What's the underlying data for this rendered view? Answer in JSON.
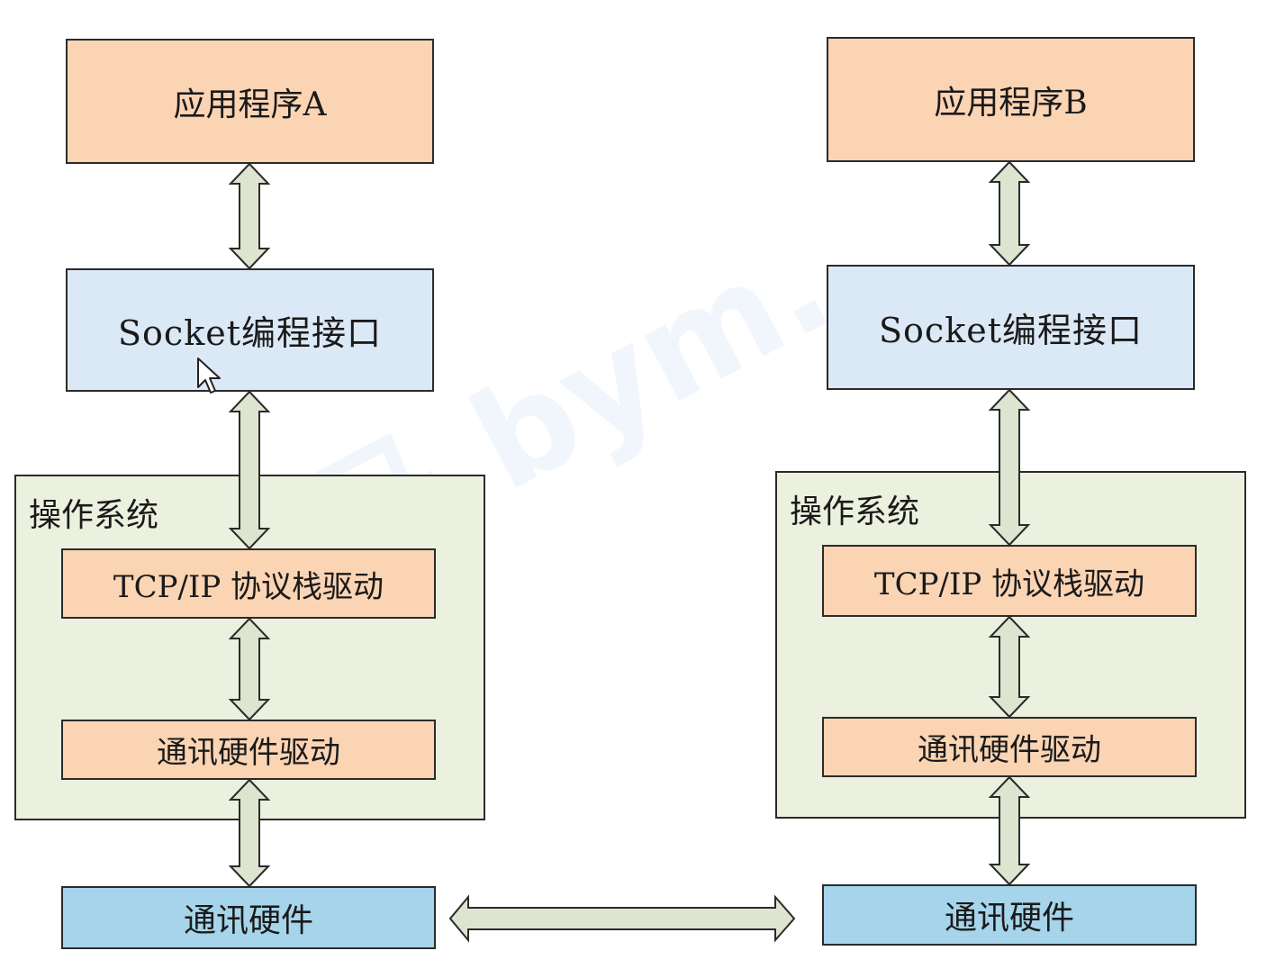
{
  "left": {
    "app": "应用程序A",
    "socket": "Socket编程接口",
    "os": "操作系统",
    "tcpip": "TCP/IP 协议栈驱动",
    "driver": "通讯硬件驱动",
    "hardware": "通讯硬件"
  },
  "right": {
    "app": "应用程序B",
    "socket": "Socket编程接口",
    "os": "操作系统",
    "tcpip": "TCP/IP 协议栈驱动",
    "driver": "通讯硬件驱动",
    "hardware": "通讯硬件"
  },
  "watermark": "黑马 bym.",
  "colors": {
    "app": "#fbd4b4",
    "socket": "#dbe8f5",
    "os": "#ebf1de",
    "driver": "#fbd4b4",
    "hardware": "#a6d4ea",
    "arrow": "#dde4d0"
  }
}
